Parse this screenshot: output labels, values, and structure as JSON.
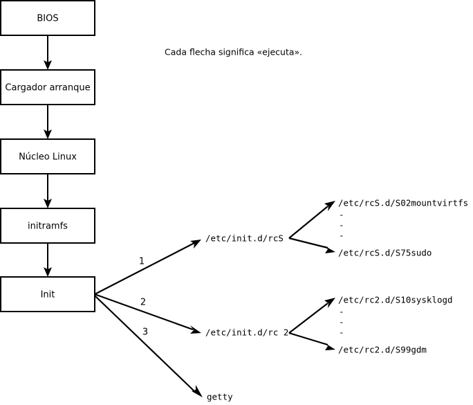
{
  "diagram": {
    "title_caption": "Cada flecha significa «ejecuta».",
    "colors": {
      "stroke": "#000000",
      "background": "#ffffff",
      "text": "#000000"
    },
    "boot_chain": [
      {
        "label": "BIOS"
      },
      {
        "label": "Cargador arranque"
      },
      {
        "label": "Núcleo Linux"
      },
      {
        "label": "initramfs"
      },
      {
        "label": "Init"
      }
    ],
    "branches": [
      {
        "number": "1",
        "target": "/etc/init.d/rcS"
      },
      {
        "number": "2",
        "target": "/etc/init.d/rc 2"
      },
      {
        "number": "3",
        "target": "getty"
      }
    ],
    "rcs_scripts": {
      "first": "/etc/rcS.d/S02mountvirtfs",
      "ellipsis": [
        "-",
        "-",
        "-"
      ],
      "last": "/etc/rcS.d/S75sudo"
    },
    "rc2_scripts": {
      "first": "/etc/rc2.d/S10sysklogd",
      "ellipsis": [
        "-",
        "-",
        "-"
      ],
      "last": "/etc/rc2.d/S99gdm"
    }
  }
}
